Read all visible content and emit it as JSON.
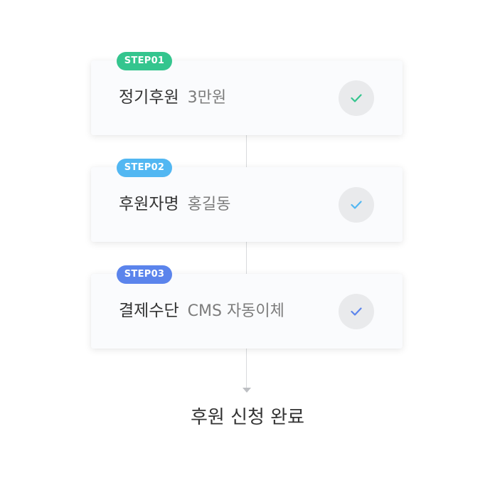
{
  "steps": [
    {
      "badge": "STEP01",
      "label": "정기후원",
      "value": "3만원",
      "badge_color": "#34c58e",
      "check_color": "#34c58e"
    },
    {
      "badge": "STEP02",
      "label": "후원자명",
      "value": "홍길동",
      "badge_color": "#52b7f2",
      "check_color": "#52b7f2"
    },
    {
      "badge": "STEP03",
      "label": "결제수단",
      "value": "CMS 자동이체",
      "badge_color": "#5b84ec",
      "check_color": "#5b84ec"
    }
  ],
  "check_icon": "check-icon",
  "completion_text": "후원 신청 완료"
}
